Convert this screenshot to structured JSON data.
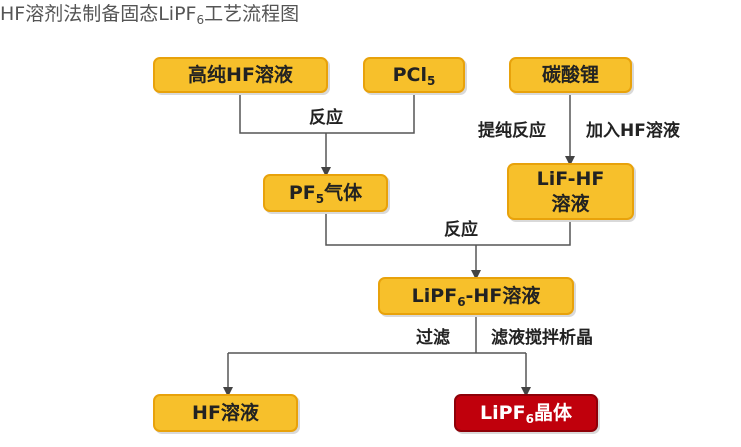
{
  "title": {
    "prefix": "HF溶剂法制备固态LiPF",
    "sub": "6",
    "suffix": "工艺流程图"
  },
  "nodes": {
    "hf_pure": {
      "label": "高纯HF溶液"
    },
    "pcl5": {
      "main": "PCl",
      "sub": "5"
    },
    "li2co3": {
      "label": "碳酸锂"
    },
    "pf5": {
      "main": "PF",
      "sub": "5",
      "suffix": "气体"
    },
    "lif_hf": {
      "line1": "LiF-HF",
      "line2": "溶液"
    },
    "lipf6_hf": {
      "main": "LiPF",
      "sub": "6",
      "suffix": "-HF溶液"
    },
    "hf_solution": {
      "label": "HF溶液"
    },
    "lipf6_crystal": {
      "main": "LiPF",
      "sub": "6",
      "suffix": "晶体"
    }
  },
  "edge_labels": {
    "react_1": "反应",
    "purify_react": "提纯反应",
    "add_hf": "加入HF溶液",
    "react_2": "反应",
    "filter": "过滤",
    "crystallize": "滤液搅拌析晶"
  },
  "colors": {
    "box_fill": "#F7C02B",
    "box_border": "#E8A20B",
    "final_fill": "#C0000C",
    "line": "#555555"
  }
}
